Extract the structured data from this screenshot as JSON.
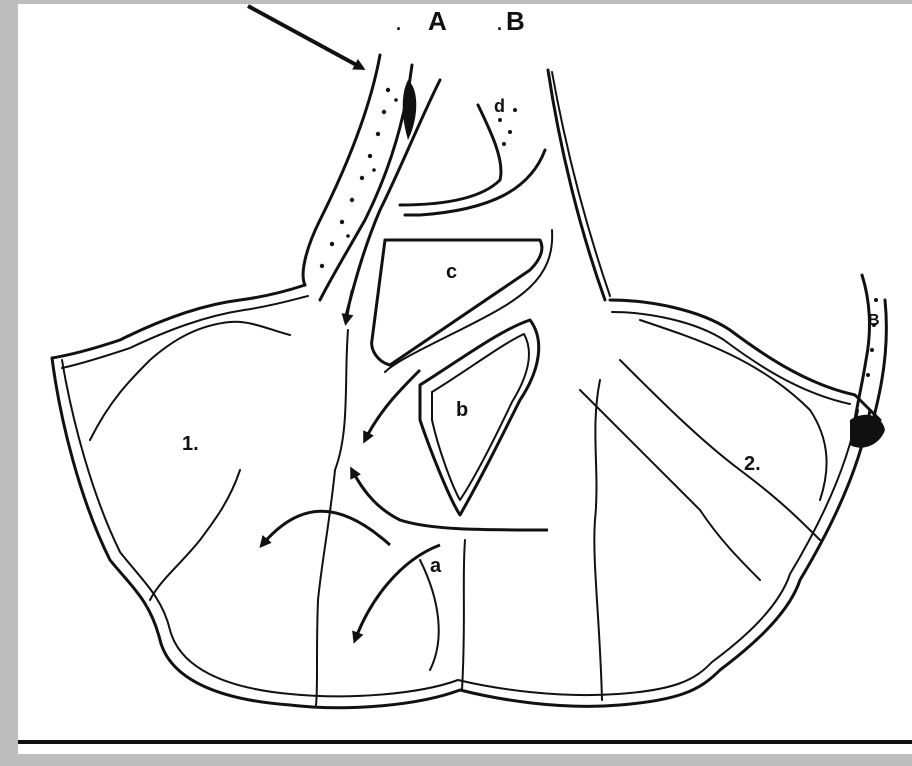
{
  "labels": {
    "top_a": "A",
    "top_b": "B",
    "top_dot": ".",
    "top_dot2": ".",
    "chamber_c": "c",
    "chamber_b": "b",
    "chamber_a": "a",
    "chamber_d": "d",
    "region_1": "1.",
    "region_2": "2.",
    "vessel_b_mark": "B"
  },
  "colors": {
    "frame": "#bdbdbd",
    "paper": "#ffffff",
    "ink": "#111111"
  }
}
